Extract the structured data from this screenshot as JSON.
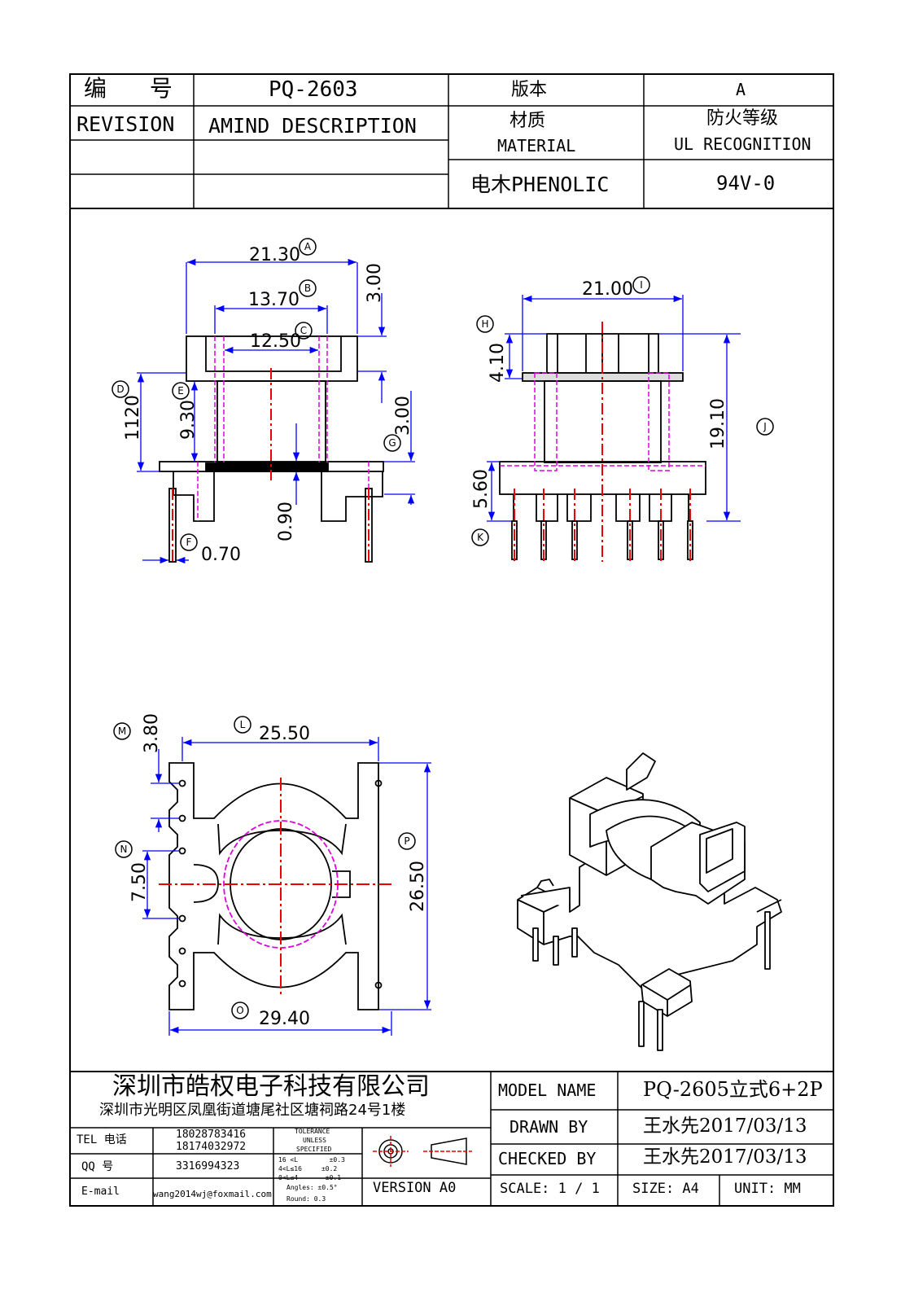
{
  "header": {
    "code_label": "编 号",
    "code_value": "PQ-2603",
    "version_label": "版本",
    "version_value": "A",
    "revision_label": "REVISION",
    "amind_label": "AMIND DESCRIPTION",
    "material_cn": "材质",
    "material_en": "MATERIAL",
    "material_value": "电木PHENOLIC",
    "ul_cn": "防火等级",
    "ul_en": "UL RECOGNITION",
    "ul_value": "94V-0"
  },
  "front_view": {
    "dim_a": "21.30",
    "tag_a": "A",
    "dim_b": "13.70",
    "tag_b": "B",
    "dim_c": "12.50",
    "tag_c": "C",
    "dim_top": "3.00",
    "dim_d": "1120",
    "tag_d": "D",
    "dim_e": "9.30",
    "tag_e": "E",
    "dim_g": "3.00",
    "tag_g": "G",
    "dim_gap": "0.90",
    "dim_f": "0.70",
    "tag_f": "F"
  },
  "side_view": {
    "dim_i": "21.00",
    "tag_i": "I",
    "dim_h": "4.10",
    "tag_h": "H",
    "dim_j": "19.10",
    "tag_j": "J",
    "dim_k": "5.60",
    "tag_k": "K"
  },
  "bottom_view": {
    "dim_m": "3.80",
    "tag_m": "M",
    "dim_l": "25.50",
    "tag_l": "L",
    "dim_n": "7.50",
    "tag_n": "N",
    "dim_p": "26.50",
    "tag_p": "P",
    "dim_o": "29.40",
    "tag_o": "O"
  },
  "footer": {
    "company": "深圳市皓权电子科技有限公司",
    "address": "深圳市光明区凤凰街道塘尾社区塘祠路24号1楼",
    "tel_label": "TEL 电话",
    "tel_1": "18028783416",
    "tel_2": "18174032972",
    "qq_label": "QQ  号",
    "qq_value": "3316994323",
    "email_label": "E-mail",
    "email_value": "wang2014wj@foxmail.com",
    "tol_title_1": "TOLERANCE",
    "tol_title_2": "UNLESS",
    "tol_title_3": "SPECIFIED",
    "tol_row_1": "16 <L        ±0.3",
    "tol_row_2": "4<L≤16     ±0.2",
    "tol_row_3": "0<L≤4       ±0.1",
    "tol_row_4": "Angles: ±0.5°",
    "tol_row_5": "Round: 0.3",
    "version": "VERSION A0",
    "model_label": "MODEL NAME",
    "model_value": "PQ-2605立式6+2P",
    "drawn_label": "DRAWN BY",
    "drawn_value": "王水先2017/03/13",
    "checked_label": "CHECKED BY",
    "checked_value": "王水先2017/03/13",
    "scale_label": "SCALE: 1 / 1",
    "size_label": "SIZE: A4",
    "unit_label": "UNIT: MM"
  }
}
